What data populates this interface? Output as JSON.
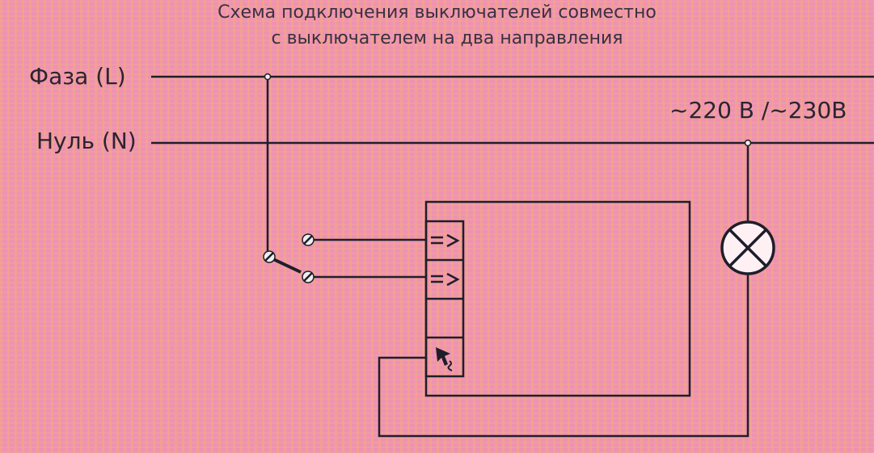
{
  "title_line1": "Схема подключения  выключателей совместно",
  "title_line2": "с выключателем на два направления",
  "phase_label": "Фаза (L)",
  "neutral_label": "Нуль (N)",
  "voltage_label": "~220 В /~230В",
  "module_rows": [
    "=>",
    "=>",
    "",
    "pointer"
  ],
  "colors": {
    "background": "#ee92b4",
    "stripe": "#f5aa78",
    "line": "#1e1e2a"
  }
}
